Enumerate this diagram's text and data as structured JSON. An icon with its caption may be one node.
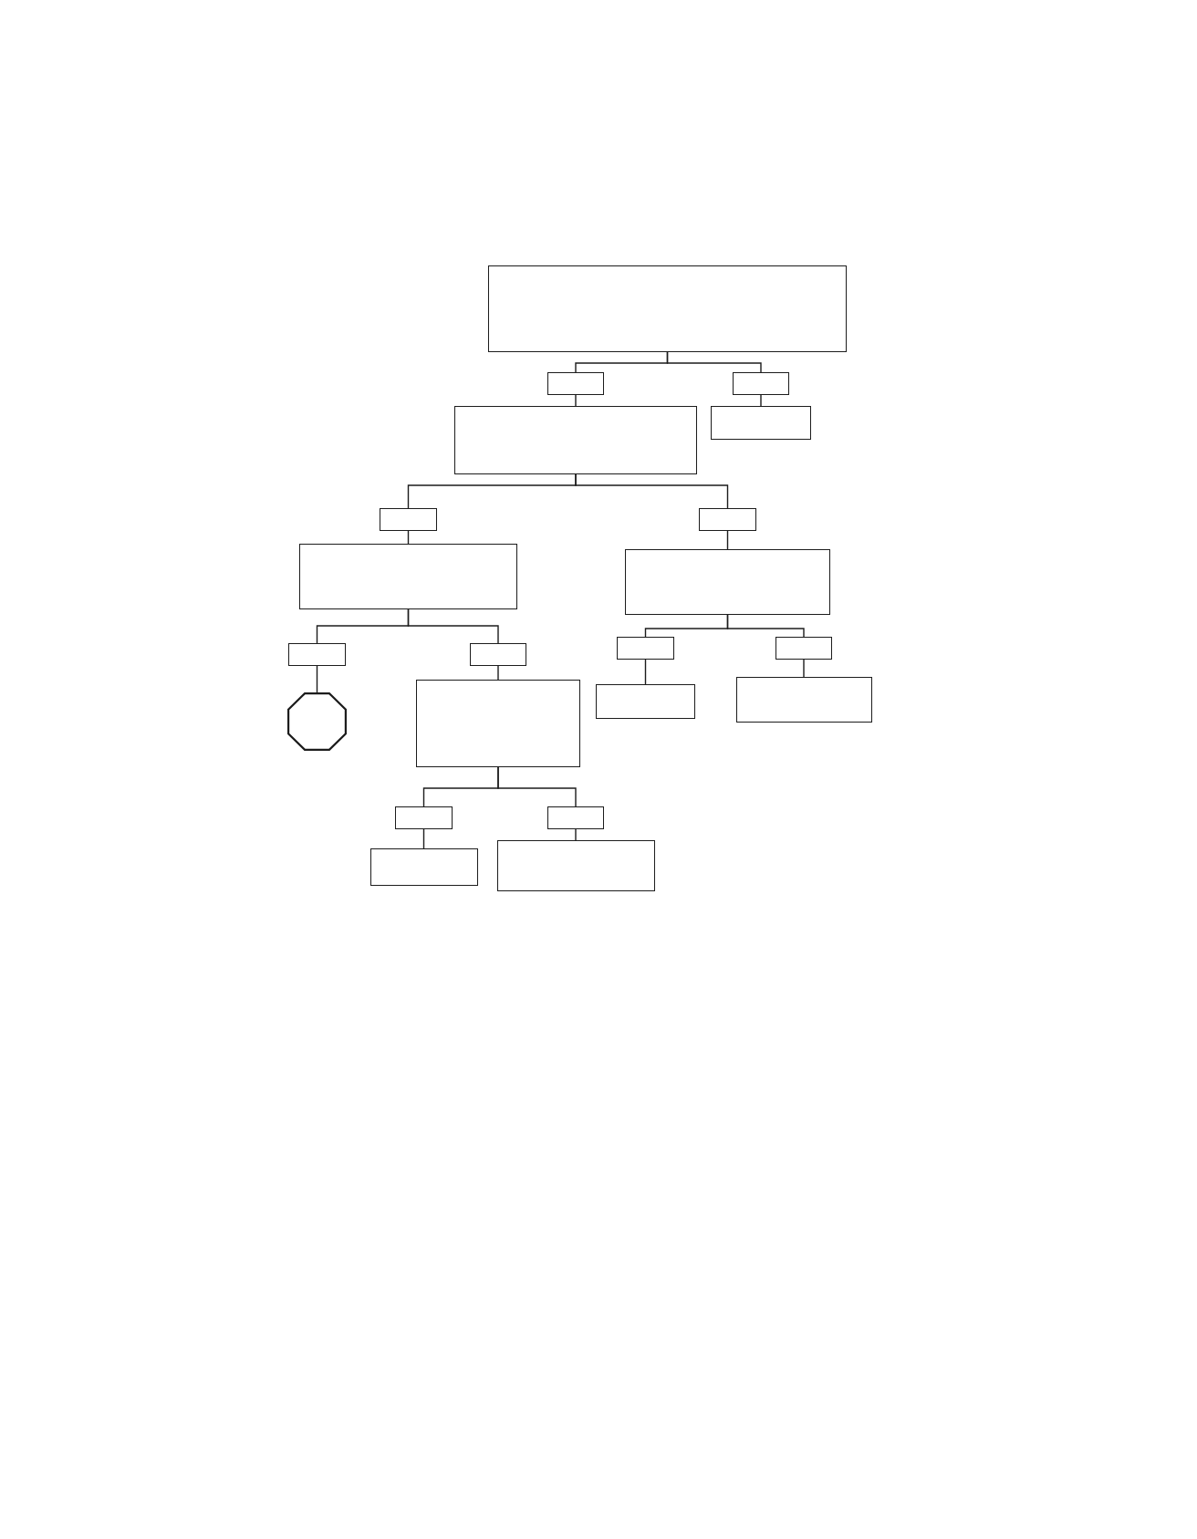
{
  "diagram": {
    "nodes": [
      {
        "text": [],
        "shape": "box"
      },
      {
        "text": [],
        "shape": "box"
      },
      {
        "text": [],
        "shape": "box"
      },
      {
        "text": [],
        "shape": "box"
      },
      {
        "text": [],
        "shape": "box"
      },
      {
        "text": [],
        "shape": "box"
      },
      {
        "text": [],
        "shape": "box"
      },
      {
        "text": [],
        "shape": "box"
      },
      {
        "text": [],
        "shape": "box"
      },
      {
        "text": [],
        "shape": "box"
      },
      {
        "text": [],
        "shape": "box"
      },
      {
        "text": [],
        "shape": "box"
      },
      {
        "text": [],
        "shape": "box"
      },
      {
        "text": [],
        "shape": "octagon"
      },
      {
        "text": [],
        "shape": "box"
      },
      {
        "text": [],
        "shape": "box"
      },
      {
        "text": [],
        "shape": "box"
      },
      {
        "text": [],
        "shape": "box"
      },
      {
        "text": [],
        "shape": "box"
      },
      {
        "text": [],
        "shape": "box"
      },
      {
        "text": [],
        "shape": "box"
      }
    ],
    "edges": [
      {
        "from": 0,
        "to": 1,
        "arrow": "none"
      },
      {
        "from": 0,
        "to": 2,
        "arrow": "none"
      },
      {
        "from": 1,
        "to": 3,
        "arrow": "none"
      },
      {
        "from": 2,
        "to": 4,
        "arrow": "none"
      },
      {
        "from": 3,
        "to": 5,
        "arrow": "none"
      },
      {
        "from": 3,
        "to": 6,
        "arrow": "none"
      },
      {
        "from": 5,
        "to": 7,
        "arrow": "none"
      },
      {
        "from": 6,
        "to": 8,
        "arrow": "none"
      },
      {
        "from": 7,
        "to": 9,
        "arrow": "none"
      },
      {
        "from": 7,
        "to": 10,
        "arrow": "none"
      },
      {
        "from": 8,
        "to": 11,
        "arrow": "none"
      },
      {
        "from": 8,
        "to": 12,
        "arrow": "none"
      },
      {
        "from": 9,
        "to": 13,
        "arrow": "none"
      },
      {
        "from": 10,
        "to": 14,
        "arrow": "none"
      },
      {
        "from": 11,
        "to": 15,
        "arrow": "none"
      },
      {
        "from": 12,
        "to": 16,
        "arrow": "none"
      },
      {
        "from": 14,
        "to": 17,
        "arrow": "none"
      },
      {
        "from": 14,
        "to": 18,
        "arrow": "none"
      },
      {
        "from": 17,
        "to": 19,
        "arrow": "none"
      },
      {
        "from": 18,
        "to": 20,
        "arrow": "none"
      }
    ]
  }
}
